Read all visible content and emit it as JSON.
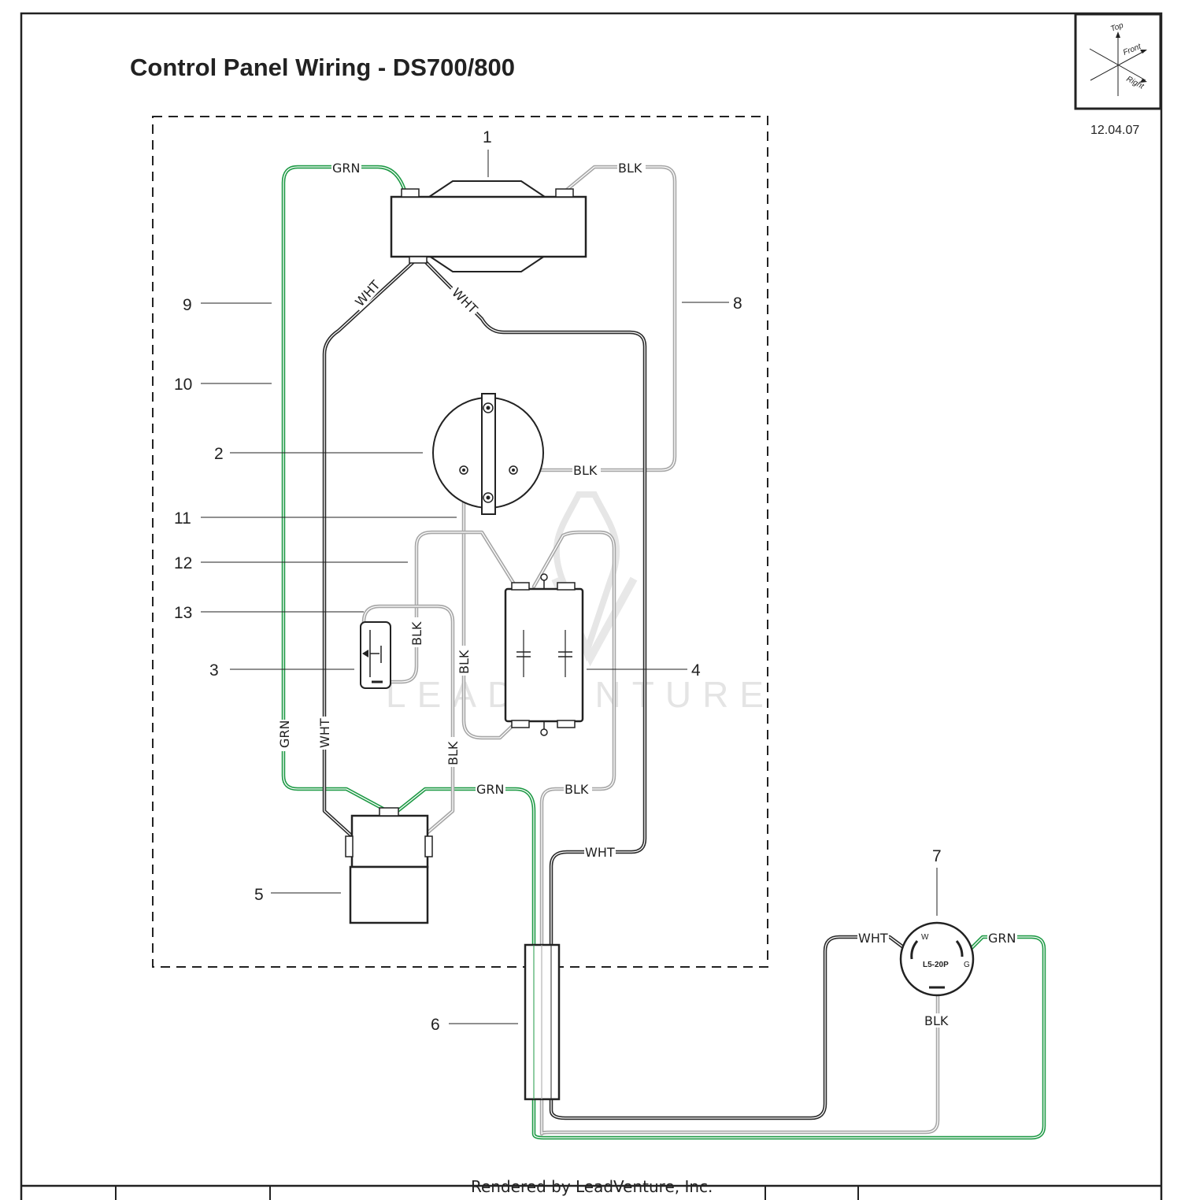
{
  "title": "Control Panel Wiring - DS700/800",
  "date": "12.04.07",
  "orientation": {
    "top": "Top",
    "front": "Front",
    "right": "Right"
  },
  "callouts": [
    "1",
    "2",
    "3",
    "4",
    "5",
    "6",
    "7",
    "8",
    "9",
    "10",
    "11",
    "12",
    "13"
  ],
  "wire_labels": {
    "grn": "GRN",
    "blk": "BLK",
    "wht": "WHT"
  },
  "plug": {
    "model": "L5-20P",
    "w": "W",
    "g": "G"
  },
  "watermark": "LEADVENTURE",
  "footer": "Rendered by LeadVenture, Inc.",
  "colors": {
    "green_wire": "#1f9a46",
    "gray_wire": "#a6a6a6",
    "black_wire": "#2a2a2a"
  }
}
